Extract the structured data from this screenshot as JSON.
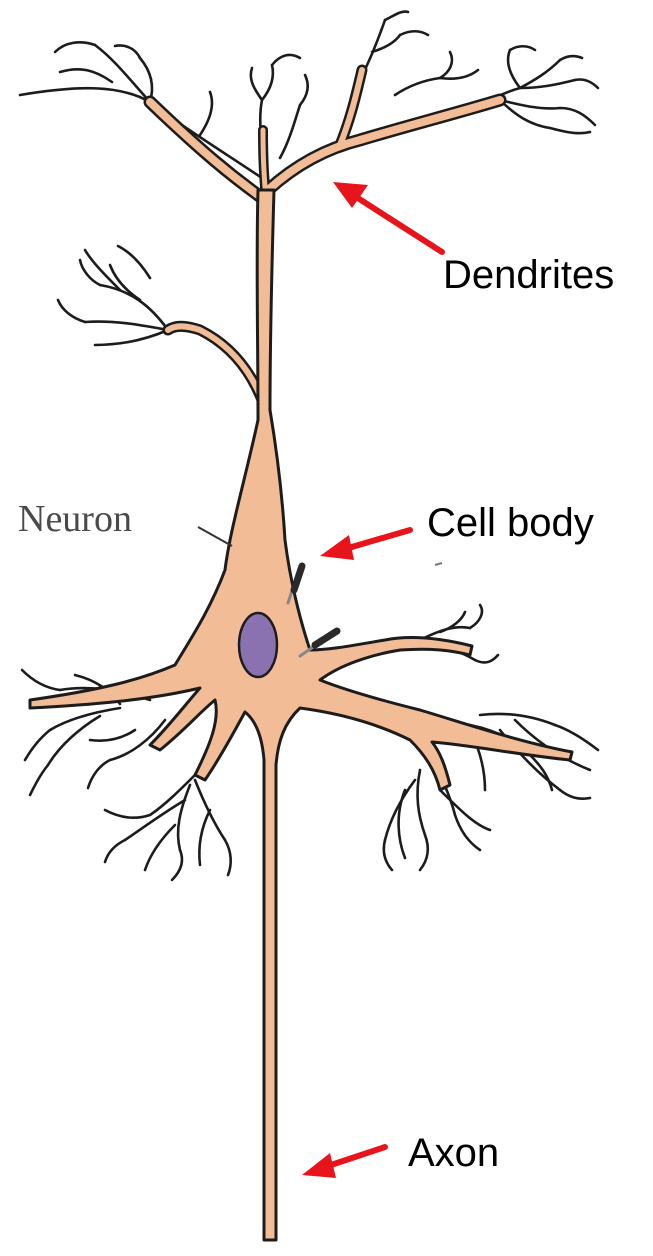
{
  "labels": {
    "dendrites": "Dendrites",
    "cell_body": "Cell body",
    "axon": "Axon",
    "neuron": "Neuron"
  },
  "colors": {
    "cell_fill": "#f2bd96",
    "nucleus": "#8a72b0",
    "outline": "#1c1c1c",
    "arrow": "#e8141b",
    "electrode": "#2a2a2a"
  }
}
